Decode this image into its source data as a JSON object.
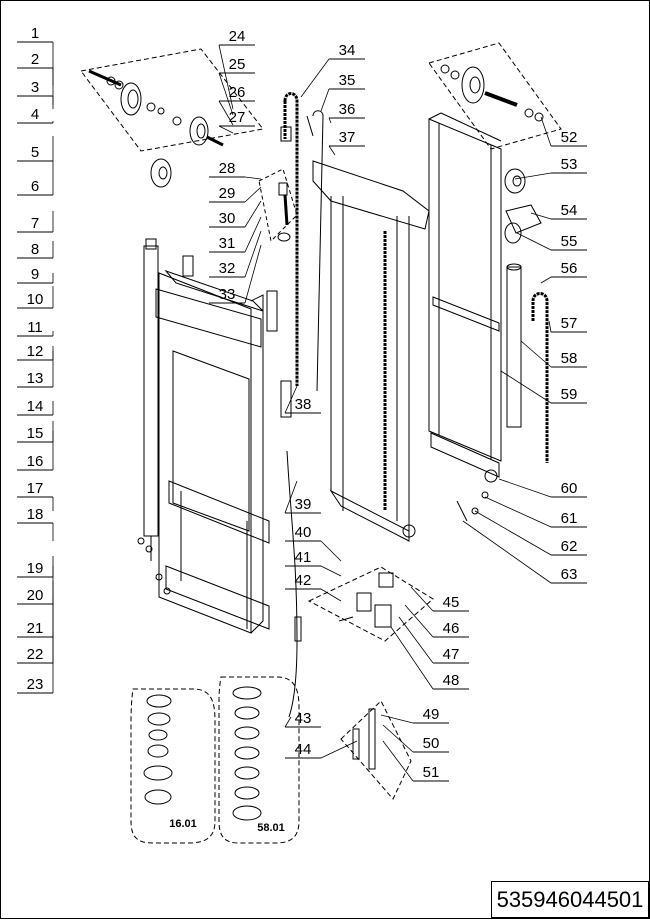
{
  "document_number": "535946044501",
  "callouts": [
    "1",
    "2",
    "3",
    "4",
    "5",
    "6",
    "7",
    "8",
    "9",
    "10",
    "11",
    "12",
    "13",
    "14",
    "15",
    "16",
    "17",
    "18",
    "19",
    "20",
    "21",
    "22",
    "23",
    "24",
    "25",
    "26",
    "27",
    "28",
    "29",
    "30",
    "31",
    "32",
    "33",
    "34",
    "35",
    "36",
    "37",
    "38",
    "39",
    "40",
    "41",
    "42",
    "43",
    "44",
    "45",
    "46",
    "47",
    "48",
    "49",
    "50",
    "51",
    "52",
    "53",
    "54",
    "55",
    "56",
    "57",
    "58",
    "59",
    "60",
    "61",
    "62",
    "63"
  ],
  "seal_kits": [
    {
      "label": "16.01",
      "rings": 6
    },
    {
      "label": "58.01",
      "rings": 7
    }
  ]
}
